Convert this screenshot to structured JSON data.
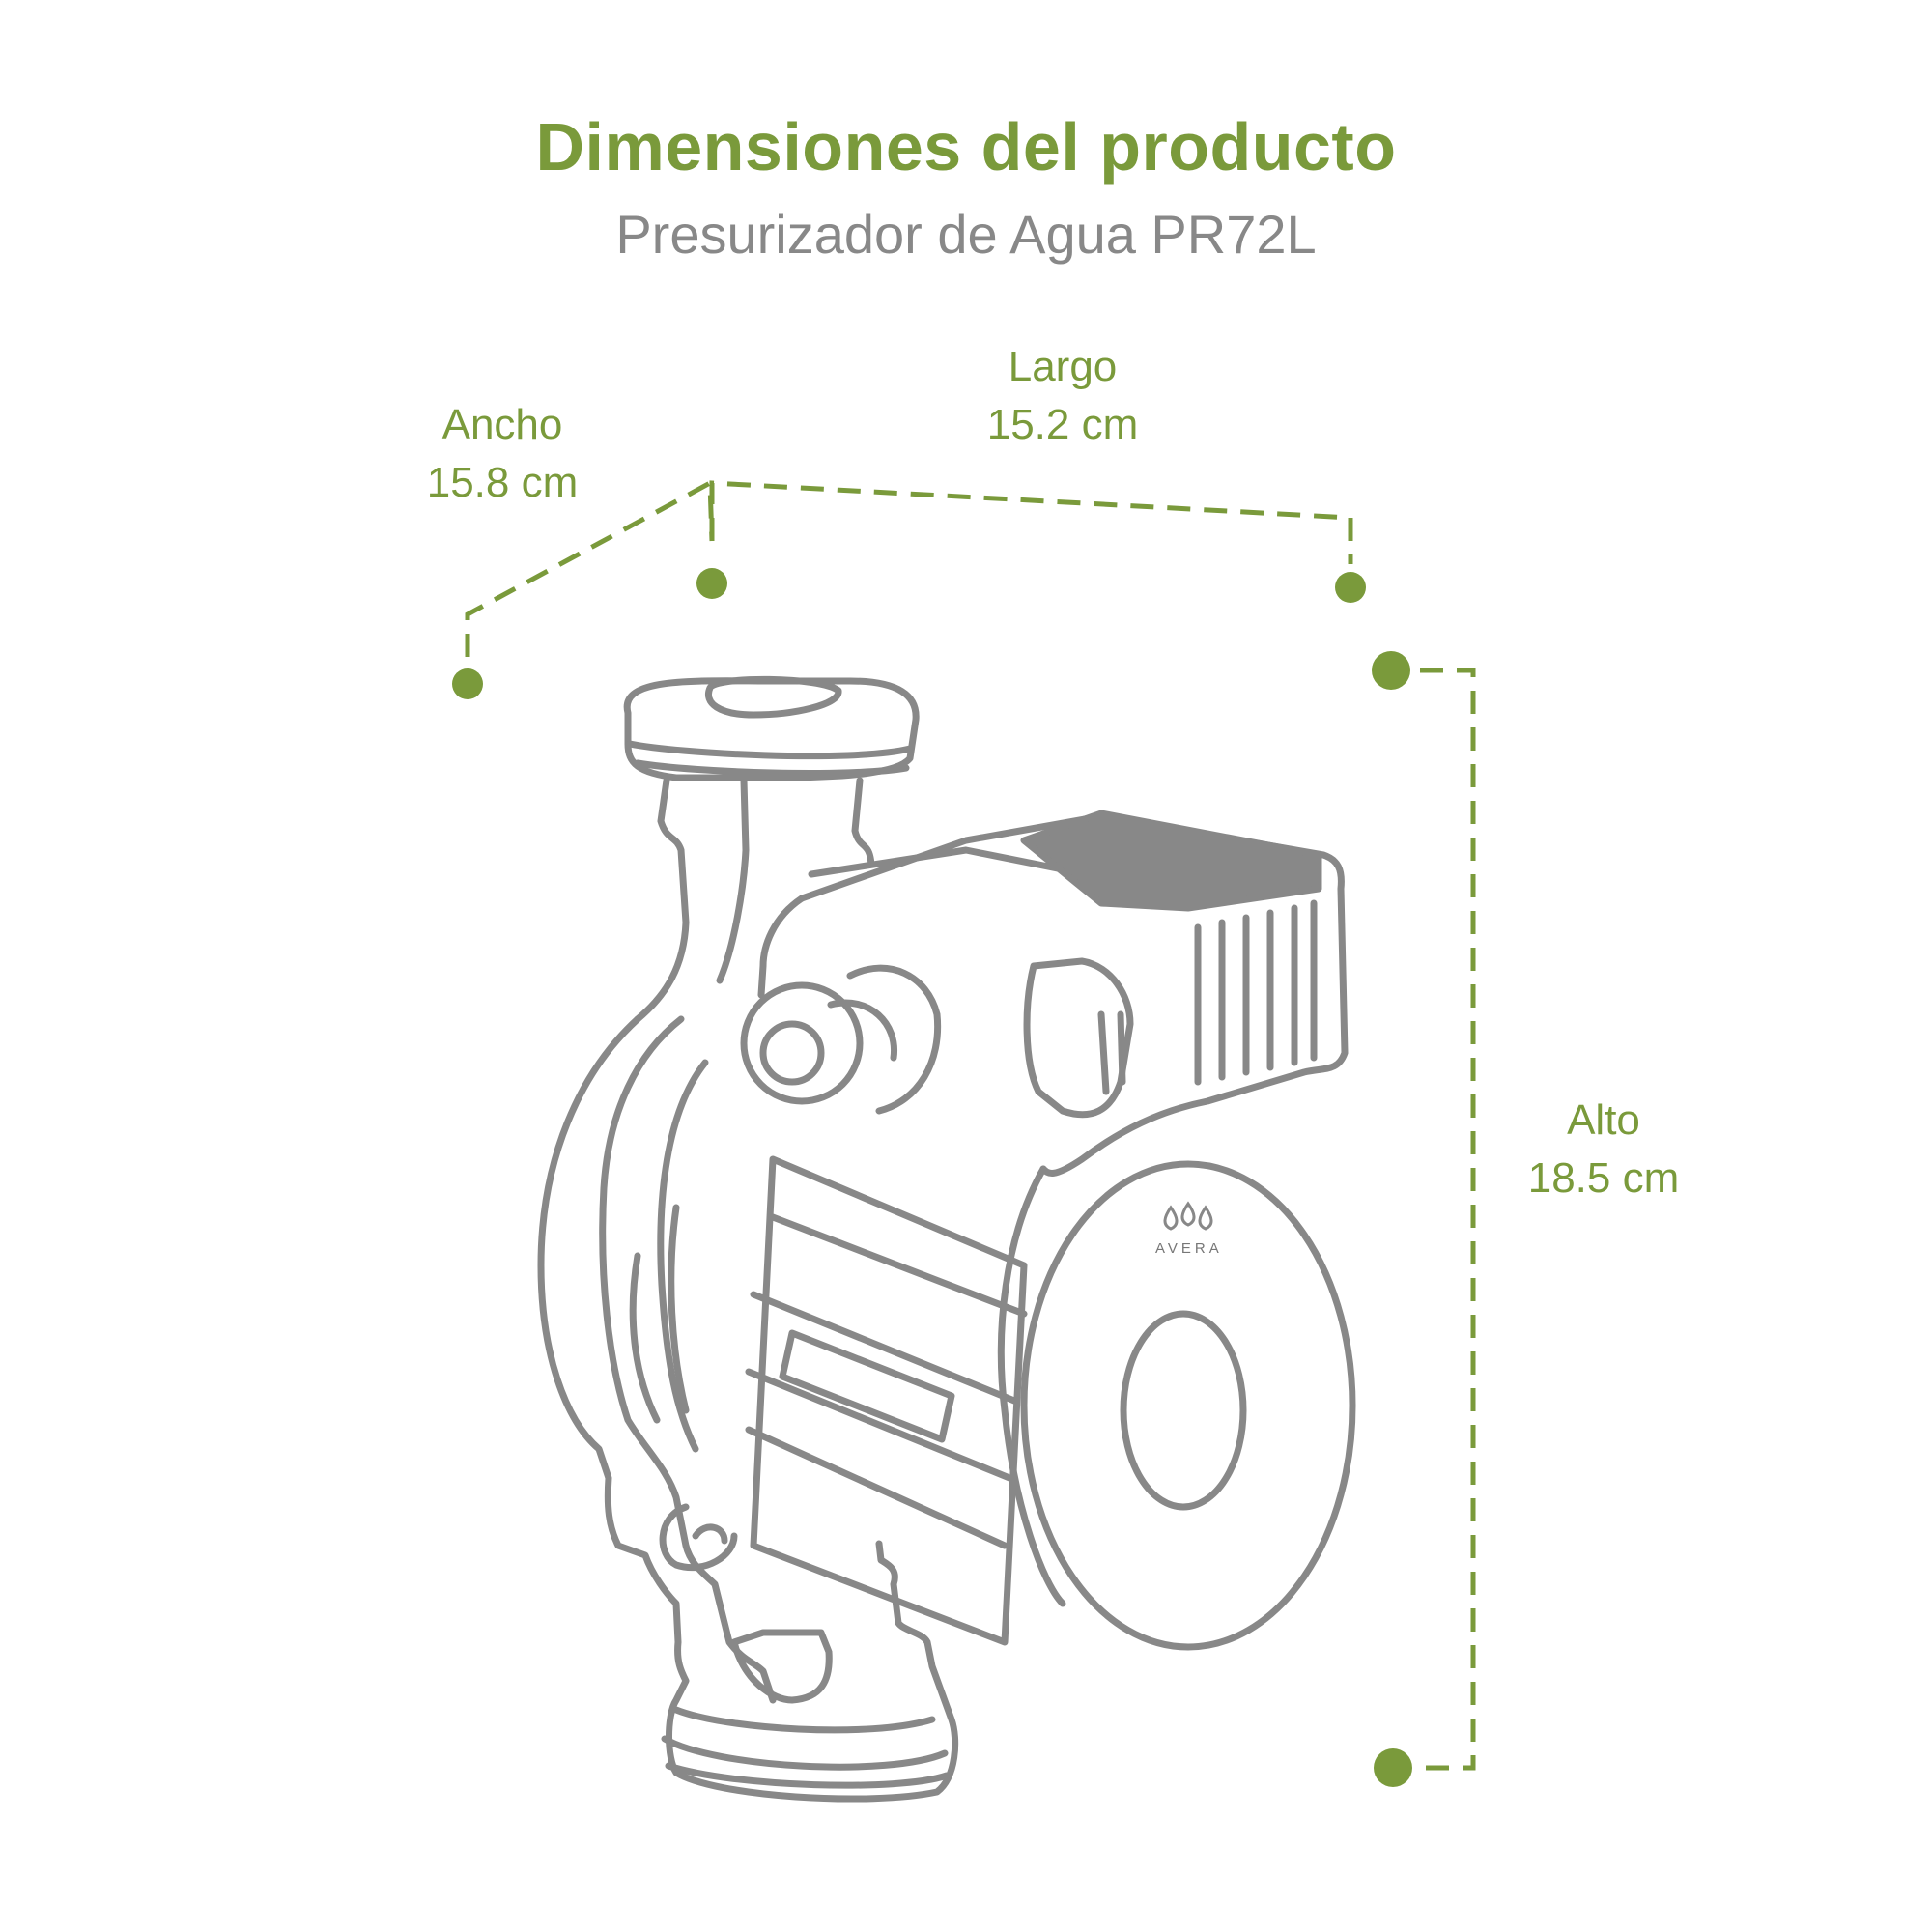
{
  "header": {
    "title": "Dimensiones del producto",
    "subtitle": "Presurizador de Agua PR72L"
  },
  "dimensions": {
    "ancho": {
      "label": "Ancho",
      "value": "15.8 cm"
    },
    "largo": {
      "label": "Largo",
      "value": "15.2 cm"
    },
    "alto": {
      "label": "Alto",
      "value": "18.5 cm"
    }
  },
  "brand": {
    "logo_text": "AVERA"
  },
  "colors": {
    "accent": "#7a9a3b",
    "line": "#888888",
    "subtitle": "#888888"
  }
}
